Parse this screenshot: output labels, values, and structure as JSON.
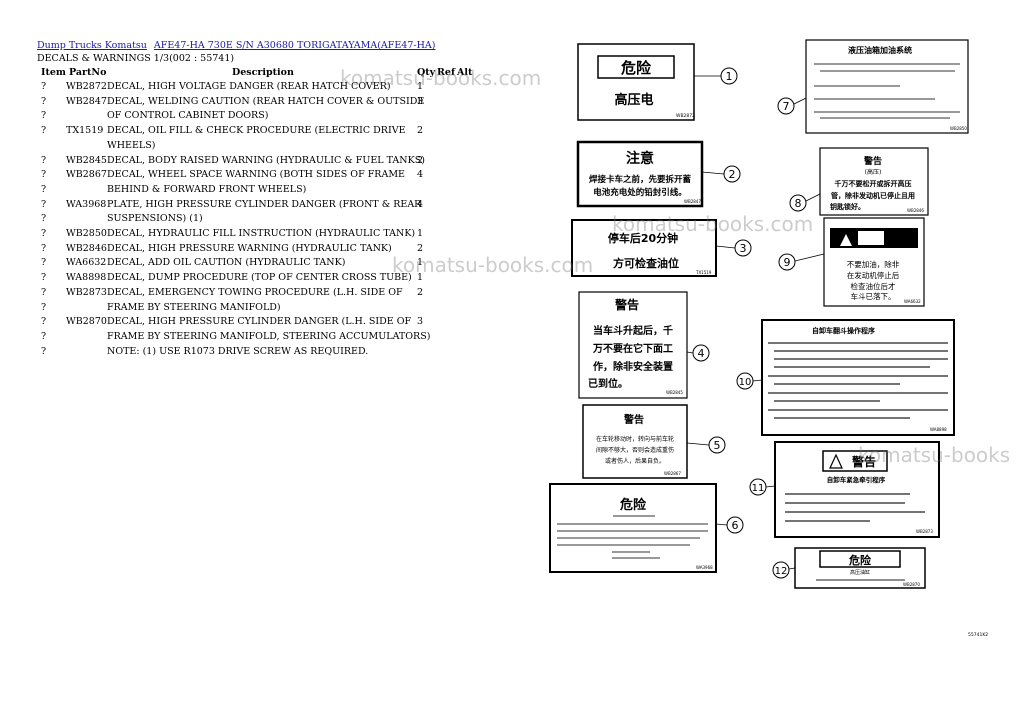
{
  "breadcrumb": [
    "Dump Trucks Komatsu",
    "AFE47-HA 730E S/N A30680 TORIGATAYAMA(AFE47-HA)"
  ],
  "subtitle": "DECALS & WARNINGS 1/3(002 : 55741)",
  "columns": {
    "item": "Item",
    "part_no": "PartNo",
    "description": "Description",
    "qty": "Qty",
    "ref": "Ref",
    "alt": "Alt"
  },
  "rows": [
    {
      "item": "?",
      "part": "WB2872",
      "desc": "DECAL, HIGH VOLTAGE DANGER (REAR HATCH COVER)",
      "qty": "1"
    },
    {
      "item": "?",
      "part": "WB2847",
      "desc": "DECAL, WELDING CAUTION (REAR HATCH COVER & OUTSIDE",
      "qty": "3"
    },
    {
      "item": "?",
      "part": "",
      "desc": "OF CONTROL CABINET DOORS)",
      "qty": ""
    },
    {
      "item": "?",
      "part": "TX1519",
      "desc": "DECAL, OIL FILL & CHECK PROCEDURE (ELECTRIC DRIVE",
      "qty": "2"
    },
    {
      "item": "",
      "part": "",
      "desc": "WHEELS)",
      "qty": ""
    },
    {
      "item": "?",
      "part": "WB2845",
      "desc": "DECAL, BODY RAISED WARNING (HYDRAULIC & FUEL TANKS)",
      "qty": "2"
    },
    {
      "item": "?",
      "part": "WB2867",
      "desc": "DECAL, WHEEL SPACE WARNING (BOTH SIDES OF FRAME",
      "qty": "4"
    },
    {
      "item": "?",
      "part": "",
      "desc": "BEHIND & FORWARD FRONT WHEELS)",
      "qty": ""
    },
    {
      "item": "?",
      "part": "WA3968",
      "desc": "PLATE, HIGH PRESSURE CYLINDER DANGER (FRONT & REAR",
      "qty": "4"
    },
    {
      "item": "?",
      "part": "",
      "desc": "SUSPENSIONS) (1)",
      "qty": ""
    },
    {
      "item": "?",
      "part": "WB2850",
      "desc": "DECAL, HYDRAULIC FILL INSTRUCTION (HYDRAULIC TANK)",
      "qty": "1"
    },
    {
      "item": "?",
      "part": "WB2846",
      "desc": "DECAL, HIGH PRESSURE WARNING (HYDRAULIC TANK)",
      "qty": "2"
    },
    {
      "item": "?",
      "part": "WA6632",
      "desc": "DECAL, ADD OIL CAUTION (HYDRAULIC TANK)",
      "qty": "1"
    },
    {
      "item": "?",
      "part": "WA8898",
      "desc": "DECAL, DUMP PROCEDURE (TOP OF CENTER CROSS TUBE)",
      "qty": "1"
    },
    {
      "item": "?",
      "part": "WB2873",
      "desc": "DECAL, EMERGENCY TOWING PROCEDURE (L.H. SIDE OF",
      "qty": "2"
    },
    {
      "item": "?",
      "part": "",
      "desc": "FRAME BY STEERING MANIFOLD)",
      "qty": ""
    },
    {
      "item": "?",
      "part": "WB2870",
      "desc": "DECAL, HIGH PRESSURE CYLINDER DANGER (L.H. SIDE OF",
      "qty": "3"
    },
    {
      "item": "?",
      "part": "",
      "desc": "FRAME BY STEERING MANIFOLD, STEERING ACCUMULATORS)",
      "qty": ""
    },
    {
      "item": "?",
      "part": "",
      "desc": "NOTE: (1) USE R1073 DRIVE SCREW AS REQUIRED.",
      "qty": ""
    }
  ],
  "watermark": "komatsu-books.com",
  "watermark_partial": "komatsu-books",
  "diagram": {
    "decals": {
      "d1_title": "危险",
      "d1_body": "高压电",
      "d1_code": "WB2872",
      "d2_title": "注意",
      "d2_line1": "焊接卡车之前，先要拆开蓄",
      "d2_line2": "电池充电处的铅封引线。",
      "d2_code": "WB2847",
      "d3_line1": "停车后20分钟",
      "d3_line2": "方可检查油位",
      "d3_code": "TX1519",
      "d4_title": "警告",
      "d4_line1": "当车斗升起后，千",
      "d4_line2": "万不要在它下面工",
      "d4_line3": "作，除非安全装置",
      "d4_line4": "已到位。",
      "d4_code": "WB2845",
      "d5_title": "警告",
      "d5_line1": "在车轮移动时，转向与前车轮",
      "d5_line2": "间隙不够大，否则会造成重伤",
      "d5_line3": "或者伤人，后果自负。",
      "d5_code": "WB2867",
      "d6_title": "危险",
      "d6_code": "WA3968",
      "d7_title": "液压油箱加油系统",
      "d7_code": "WB2850",
      "d8_title": "警告",
      "d8_sub": "(高压)",
      "d8_line1": "千万不要松开或拆开高压",
      "d8_line2": "管，除非发动机已停止且用",
      "d8_line3": "钥匙锁好。",
      "d8_code": "WB2846",
      "d9_line1": "不要加油，除非",
      "d9_line2": "在发动机停止后",
      "d9_line3": "检查油位后才",
      "d9_line4": "车斗已落下。",
      "d9_code": "WA6632",
      "d10_title": "自卸车翻斗操作程序",
      "d10_code": "WA8898",
      "d11_title": "警告",
      "d11_sub": "自卸车紧急牵引程序",
      "d11_code": "WB2873",
      "d12_title": "危险",
      "d12_sub": "高压油缸",
      "d12_code": "WB2870"
    },
    "callouts": [
      "1",
      "2",
      "3",
      "4",
      "5",
      "6",
      "7",
      "8",
      "9",
      "10",
      "11",
      "12"
    ],
    "figure_code": "55741K2"
  }
}
